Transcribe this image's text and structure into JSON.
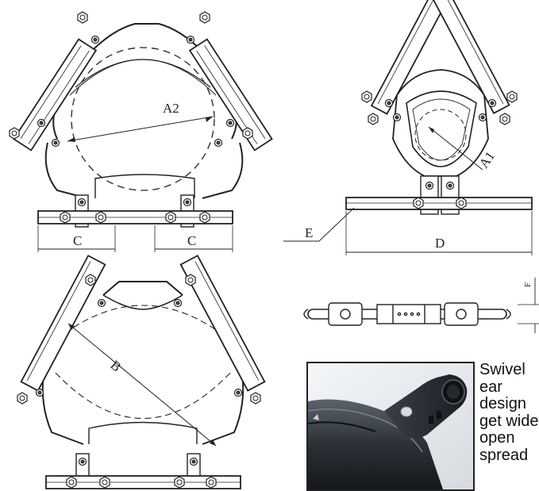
{
  "labels": {
    "A2": "A2",
    "A1": "A1",
    "B": "B",
    "C_left": "C",
    "C_right": "C",
    "D": "D",
    "E": "E",
    "F": "F"
  },
  "caption": "Swivel ear design get wide open spread"
}
